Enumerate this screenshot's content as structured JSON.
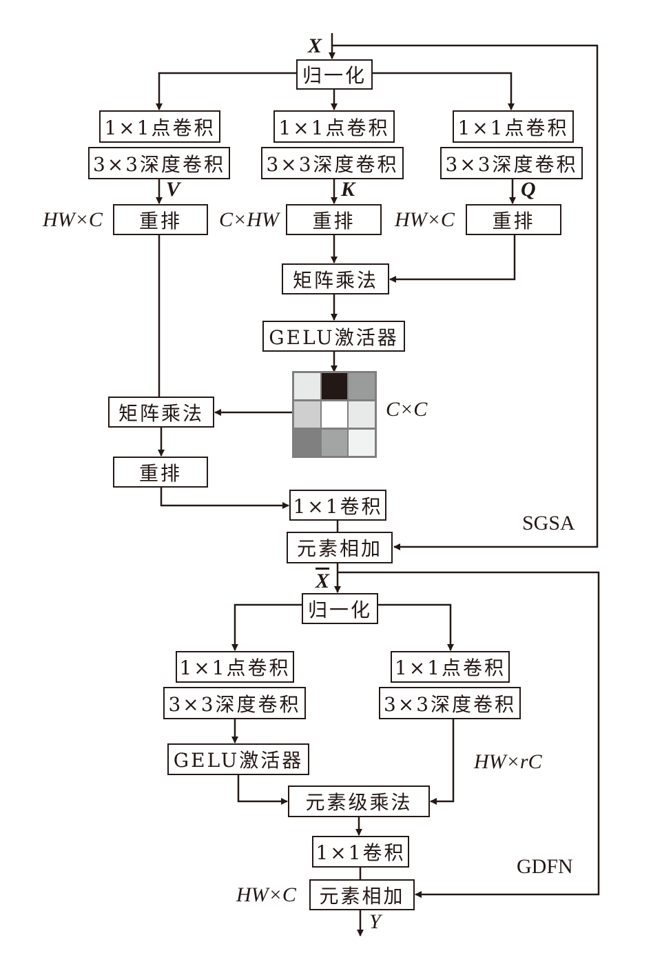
{
  "sgsa": {
    "input_label": "X",
    "norm": "归一化",
    "branches": [
      {
        "pointwise": "1×1点卷积",
        "depthwise": "3×3深度卷积",
        "output": "V",
        "shape": "HW×C",
        "rearrange": "重排"
      },
      {
        "pointwise": "1×1点卷积",
        "depthwise": "3×3深度卷积",
        "output": "K",
        "shape": "C×HW",
        "rearrange": "重排"
      },
      {
        "pointwise": "1×1点卷积",
        "depthwise": "3×3深度卷积",
        "output": "Q",
        "shape": "HW×C",
        "rearrange": "重排"
      }
    ],
    "matmul_qk": "矩阵乘法",
    "gelu": "GELU激活器",
    "attention_map_shape": "C×C",
    "attention_map_cells": [
      "#e8e9e9",
      "#231815",
      "#9a9b9b",
      "#cfcfcf",
      "#ffffff",
      "#e8e9e9",
      "#808080",
      "#a3a4a4",
      "#f1f2f2"
    ],
    "matmul_v": "矩阵乘法",
    "rearrange_out": "重排",
    "conv_out": "1×1卷积",
    "add": "元素相加",
    "name": "SGSA"
  },
  "gdfn": {
    "input_label": "X",
    "norm": "归一化",
    "branches": [
      {
        "pointwise": "1×1点卷积",
        "depthwise": "3×3深度卷积"
      },
      {
        "pointwise": "1×1点卷积",
        "depthwise": "3×3深度卷积",
        "shape": "HW×rC"
      }
    ],
    "gelu": "GELU激活器",
    "elementwise_mul": "元素级乘法",
    "conv_out": "1×1卷积",
    "add": "元素相加",
    "add_shape": "HW×C",
    "output_label": "Y",
    "name": "GDFN"
  }
}
